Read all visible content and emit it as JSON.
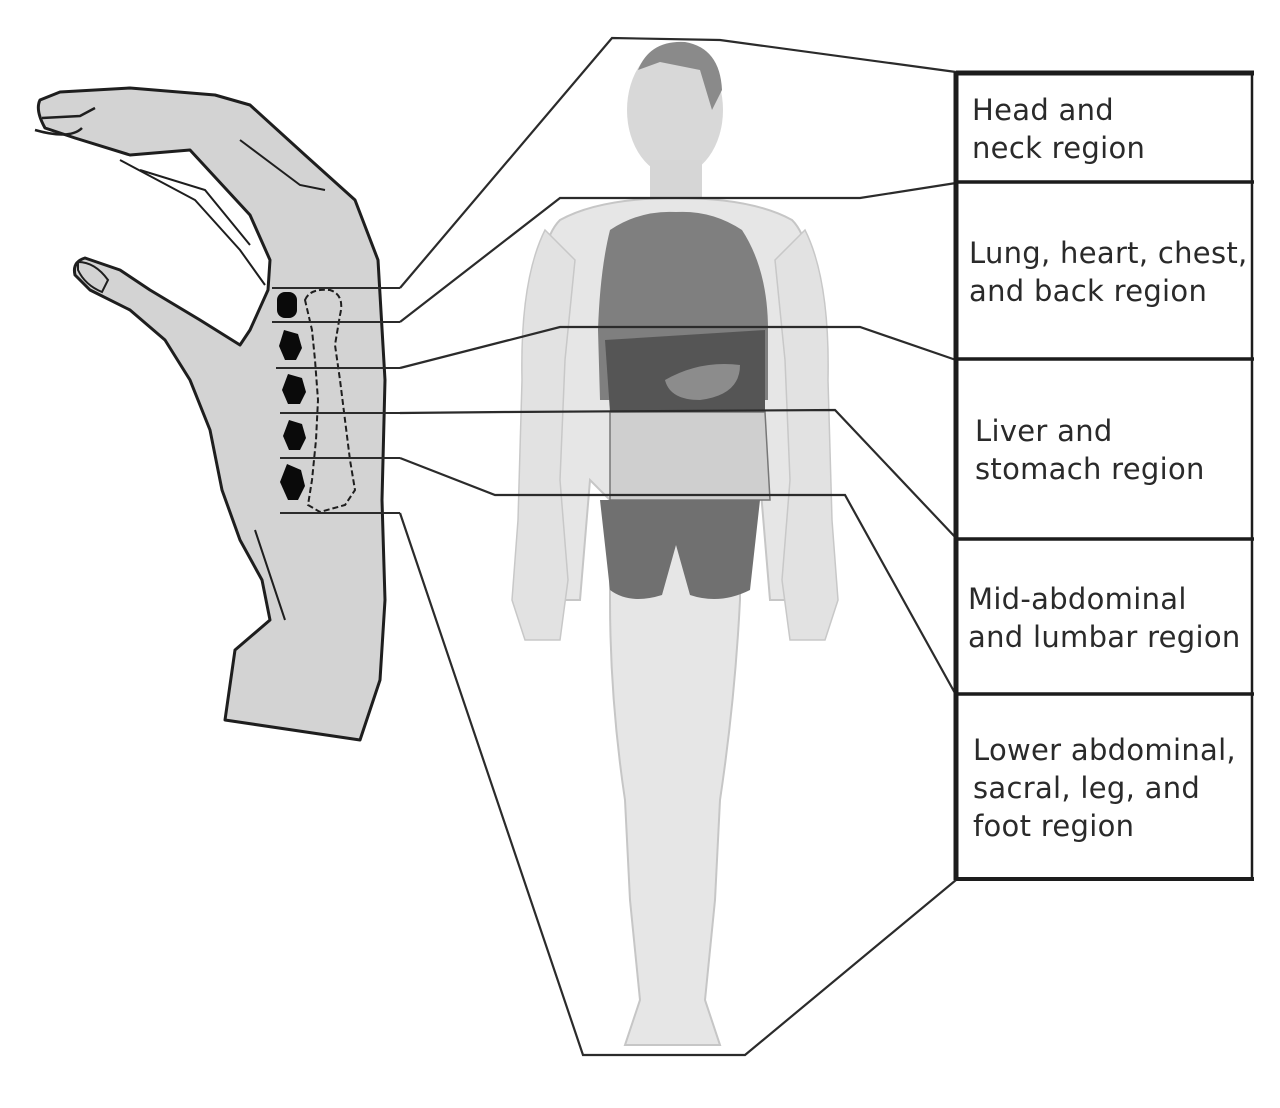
{
  "figure": {
    "title": "Wrist pulse positions mapped to body regions",
    "colors": {
      "line": "#2b2b2b",
      "hand_fill": "#d3d3d3",
      "body_fill": "#e4e4e4",
      "organ_fill": "#7a7a7a",
      "dot": "#0a0a0a"
    }
  },
  "regions": [
    {
      "id": "head-neck",
      "label": "Head and\nneck region"
    },
    {
      "id": "lung-heart-chest-back",
      "label": "Lung, heart, chest,\nand back region"
    },
    {
      "id": "liver-stomach",
      "label": "Liver and\nstomach region"
    },
    {
      "id": "mid-abdominal-lumbar",
      "label": "Mid-abdominal\nand lumbar region"
    },
    {
      "id": "lower-abdominal-sacral-leg-foot",
      "label": "Lower abdominal,\nsacral, leg, and\nfoot region"
    }
  ],
  "pulse_points": {
    "count": 5
  }
}
